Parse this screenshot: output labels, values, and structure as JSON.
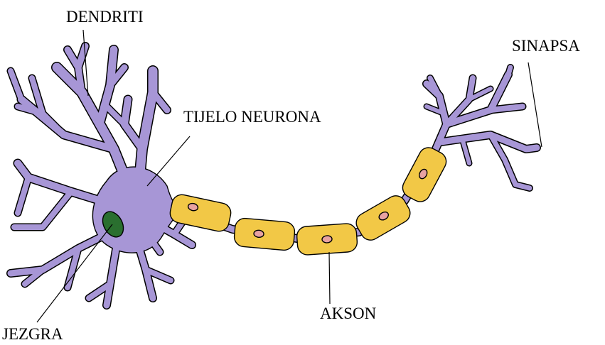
{
  "labels": {
    "dendrites": "DENDRITI",
    "cell_body": "TIJELO NEURONA",
    "synapse": "SINAPSA",
    "nucleus": "JEZGRA",
    "axon": "AKSON"
  },
  "colors": {
    "neuron": "#a796d6",
    "myelin": "#f2c846",
    "node": "#e8a2a2",
    "nucleus": "#2a6f2f",
    "outline": "#000000"
  }
}
